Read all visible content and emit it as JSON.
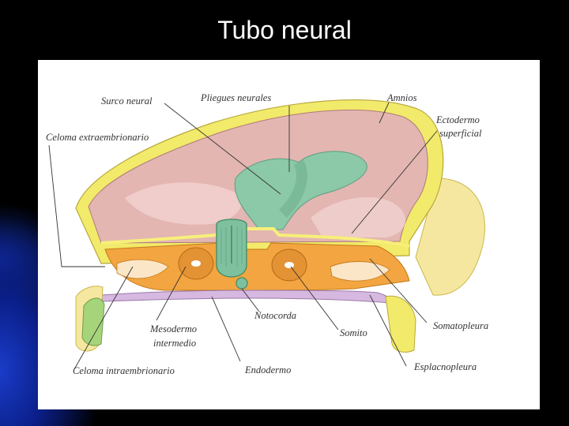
{
  "slide": {
    "title": "Tubo neural"
  },
  "diagram": {
    "labels": {
      "surco_neural": "Surco neural",
      "pliegues_neurales": "Pliegues neurales",
      "amnios": "Amnios",
      "celoma_extraembrionario": "Celoma extraembrionario",
      "ectodermo_line1": "Ectodermo",
      "ectodermo_line2": "superficial",
      "mesodermo_line1": "Mesodermo",
      "mesodermo_line2": "intermedio",
      "notocorda": "Notocorda",
      "somito": "Somito",
      "somatopleura": "Somatopleura",
      "celoma_intraembrionario": "Celoma intraembrionario",
      "endodermo": "Endodermo",
      "esplacnopleura": "Esplacnopleura"
    },
    "colors": {
      "ectoderm": "#f2ea6a",
      "amnion_cavity": "#e3b6b2",
      "neural_plate": "#8cc9a8",
      "mesoderm": "#f2a540",
      "endoderm": "#d6b8e0",
      "yolk_green": "#a6d47a"
    }
  }
}
